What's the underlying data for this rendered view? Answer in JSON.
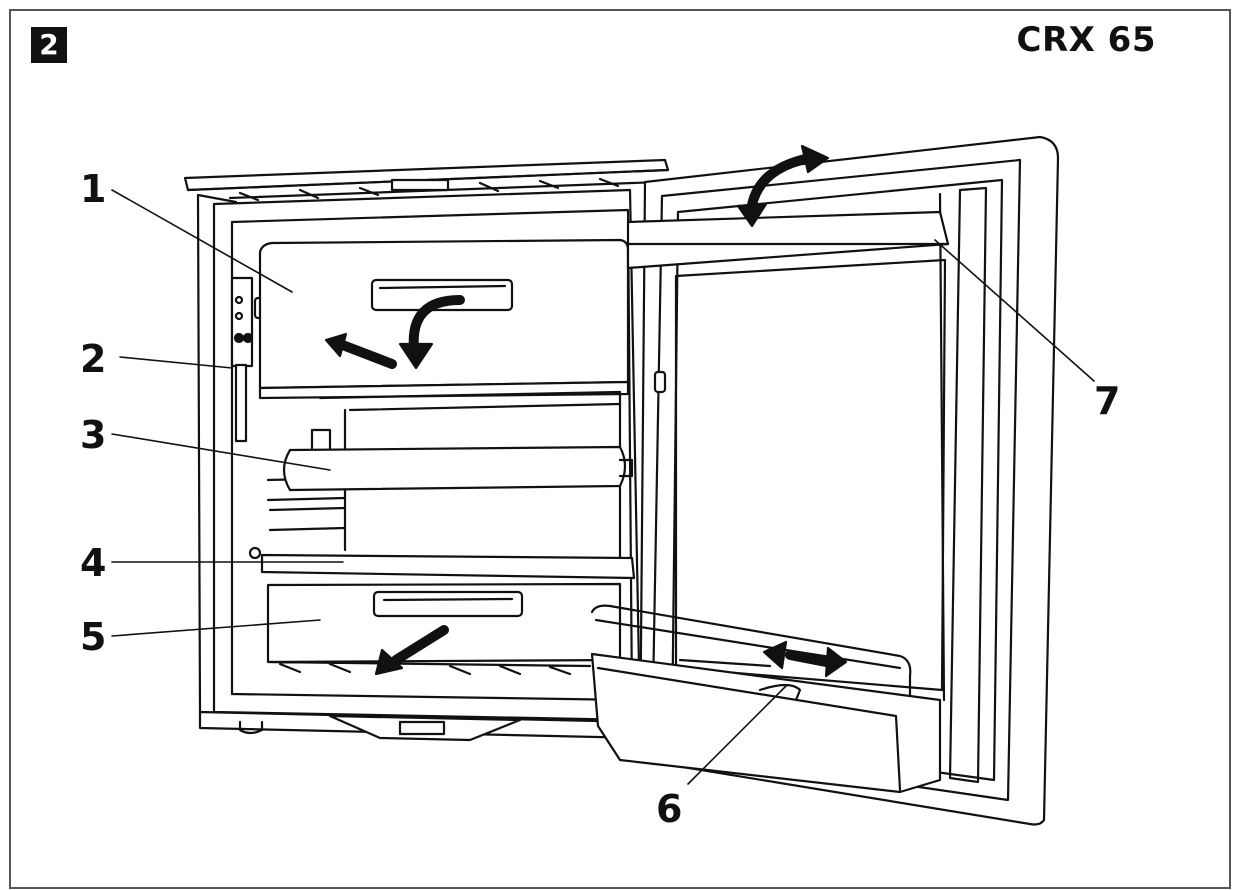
{
  "figure": {
    "number": "2",
    "model": "CRX 65"
  },
  "callouts": [
    "1",
    "2",
    "3",
    "4",
    "5",
    "6",
    "7"
  ]
}
